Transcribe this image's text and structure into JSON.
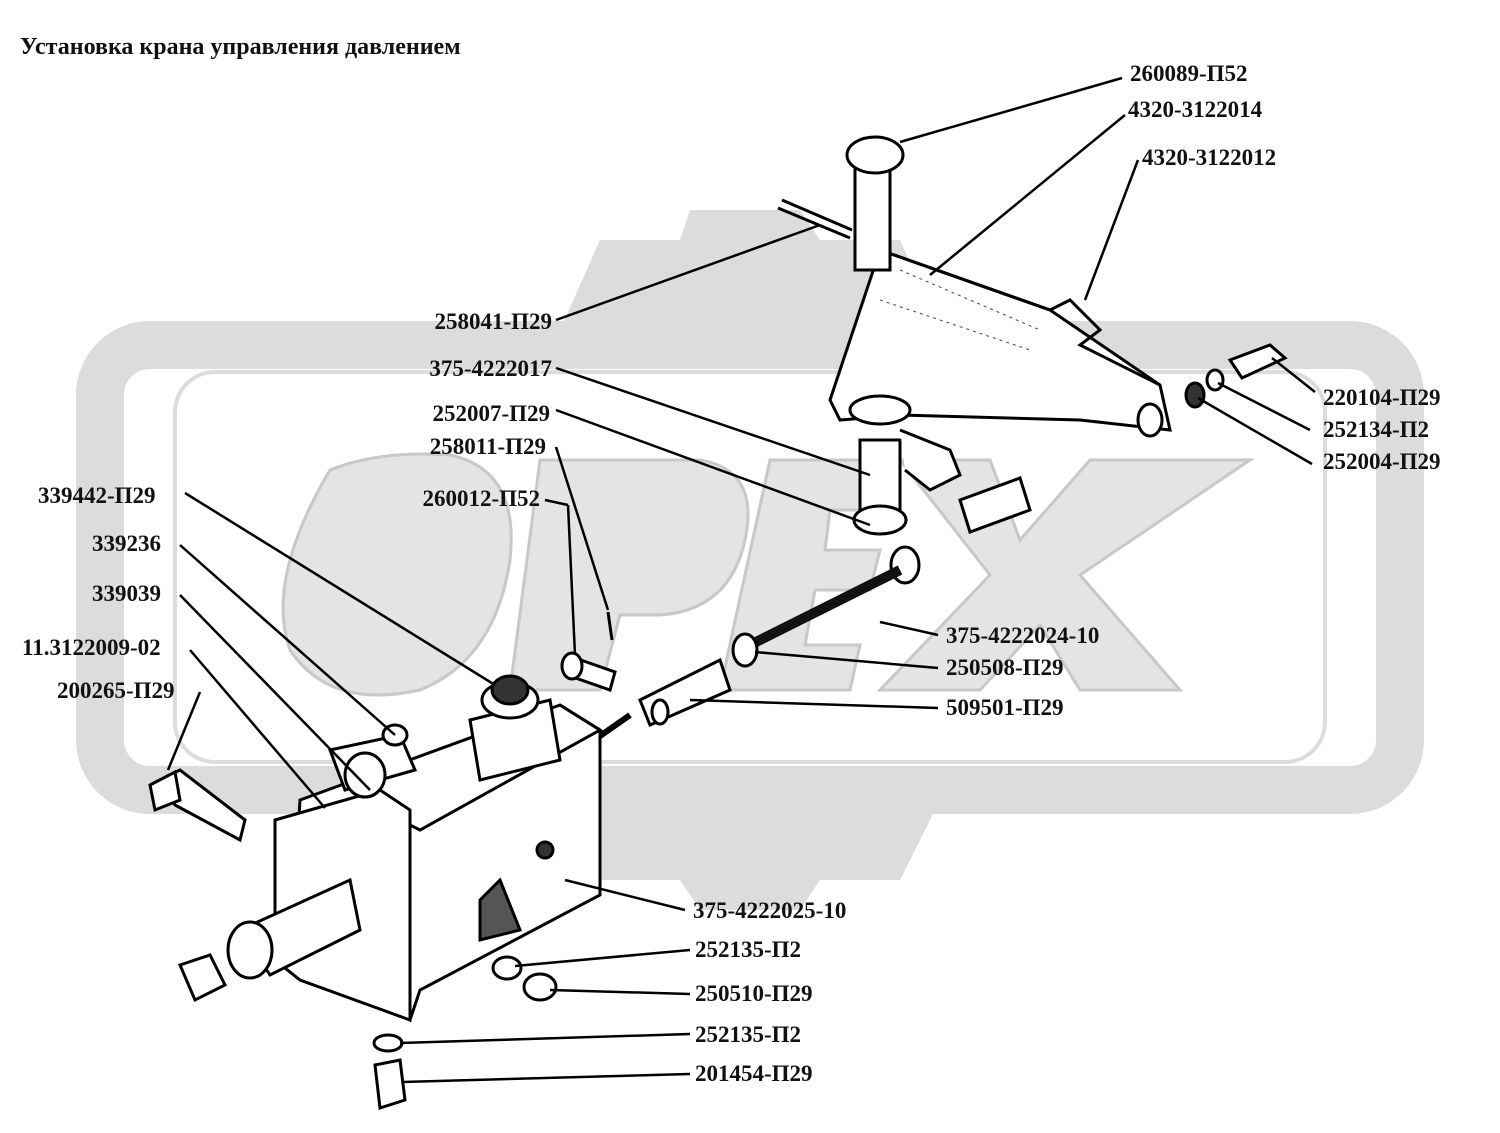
{
  "title": "Установка крана управления давлением",
  "watermark": {
    "text": "OPEX",
    "color": "#dcdcdc"
  },
  "parts": [
    {
      "id": "p1",
      "label": "260089-П52"
    },
    {
      "id": "p2",
      "label": "4320-3122014"
    },
    {
      "id": "p3",
      "label": "4320-3122012"
    },
    {
      "id": "p4",
      "label": "258041-П29"
    },
    {
      "id": "p5",
      "label": "375-4222017"
    },
    {
      "id": "p6",
      "label": "252007-П29"
    },
    {
      "id": "p7",
      "label": "258011-П29"
    },
    {
      "id": "p8",
      "label": "260012-П52"
    },
    {
      "id": "p9",
      "label": "339442-П29"
    },
    {
      "id": "p10",
      "label": "339236"
    },
    {
      "id": "p11",
      "label": "339039"
    },
    {
      "id": "p12",
      "label": "11.3122009-02"
    },
    {
      "id": "p13",
      "label": "200265-П29"
    },
    {
      "id": "p14",
      "label": "220104-П29"
    },
    {
      "id": "p15",
      "label": "252134-П2"
    },
    {
      "id": "p16",
      "label": "252004-П29"
    },
    {
      "id": "p17",
      "label": "375-4222024-10"
    },
    {
      "id": "p18",
      "label": "250508-П29"
    },
    {
      "id": "p19",
      "label": "509501-П29"
    },
    {
      "id": "p20",
      "label": "375-4222025-10"
    },
    {
      "id": "p21",
      "label": "252135-П2"
    },
    {
      "id": "p22",
      "label": "250510-П29"
    },
    {
      "id": "p23",
      "label": "252135-П2"
    },
    {
      "id": "p24",
      "label": "201454-П29"
    }
  ]
}
